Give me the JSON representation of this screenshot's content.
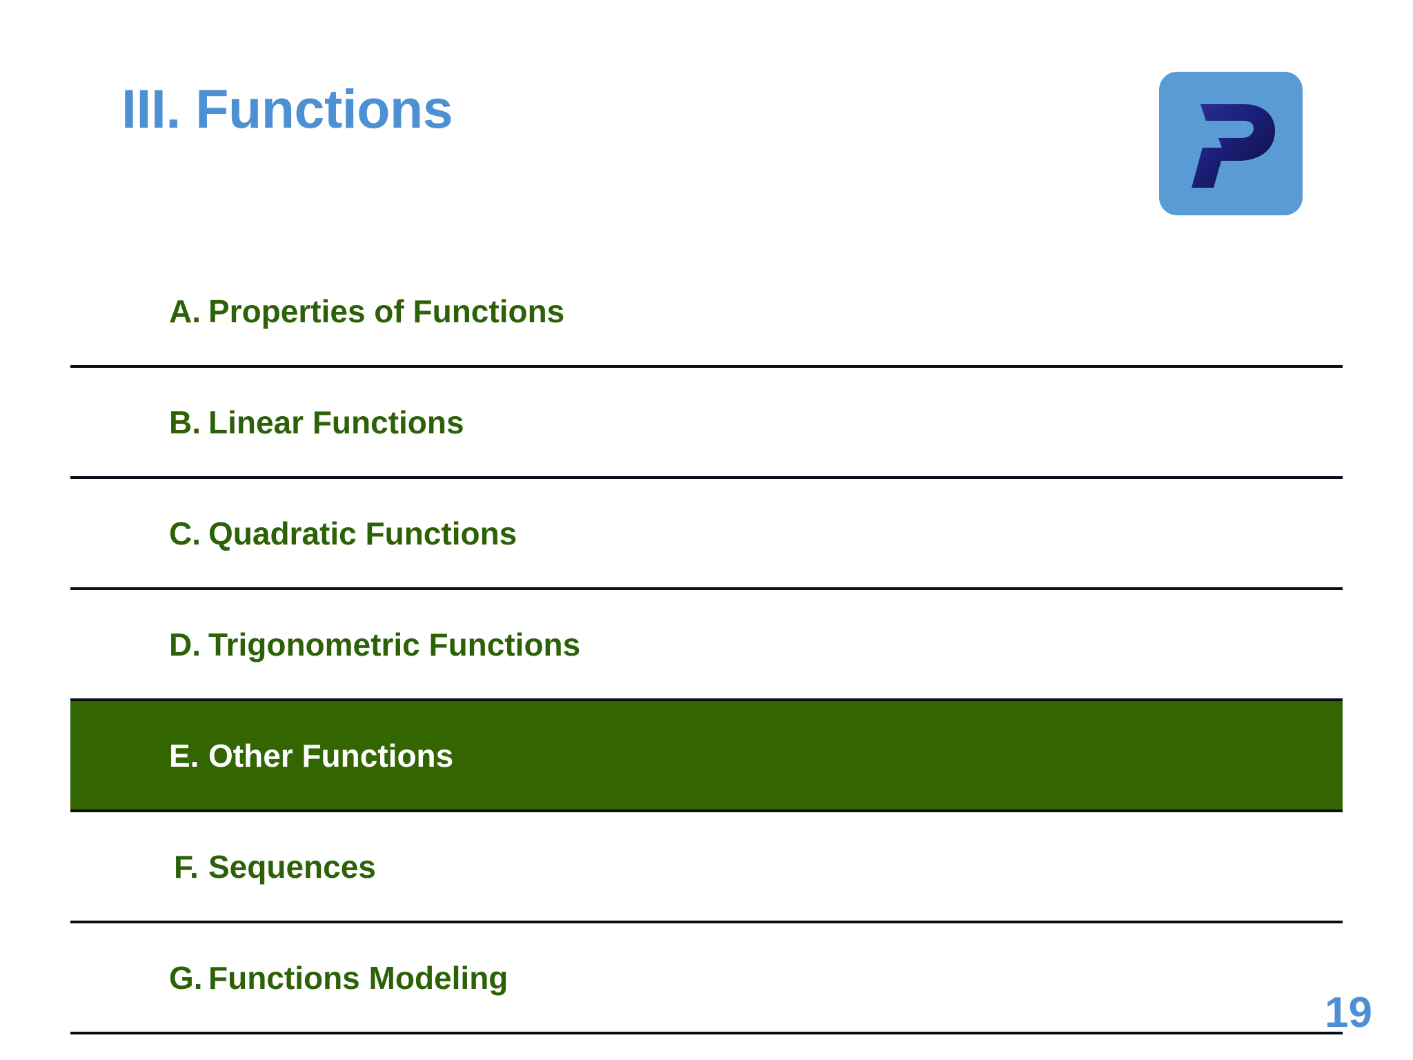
{
  "slide": {
    "title": "III. Functions",
    "page_number": "19",
    "accent_blue": "#4d90d4",
    "text_green": "#2d6107",
    "highlight_green": "#336600",
    "rule_color": "#0d0d1a",
    "logo_background": "#5b9bd5",
    "logo_letter": "P"
  },
  "outline": {
    "rows": [
      {
        "letter": "A.",
        "label": "Properties of Functions",
        "highlighted": false
      },
      {
        "letter": "B.",
        "label": "Linear Functions",
        "highlighted": false
      },
      {
        "letter": "C.",
        "label": "Quadratic Functions",
        "highlighted": false
      },
      {
        "letter": "D.",
        "label": "Trigonometric Functions",
        "highlighted": false
      },
      {
        "letter": "E.",
        "label": "Other Functions",
        "highlighted": true
      },
      {
        "letter": "F.",
        "label": "Sequences",
        "highlighted": false
      },
      {
        "letter": "G.",
        "label": "Functions Modeling",
        "highlighted": false
      }
    ]
  }
}
